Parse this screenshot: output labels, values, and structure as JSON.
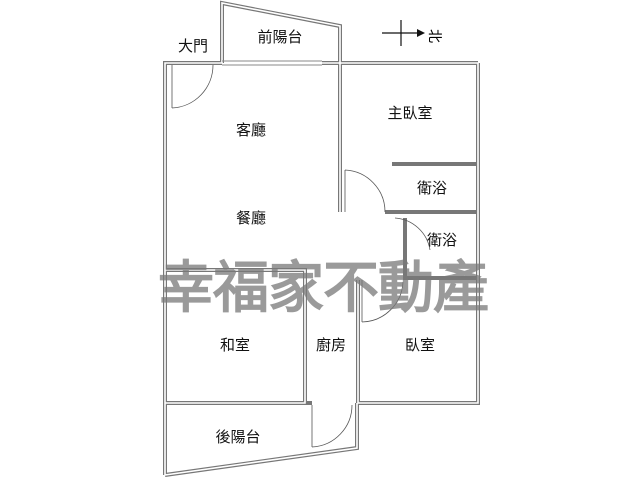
{
  "rooms": {
    "main_door": "大門",
    "front_balcony": "前陽台",
    "master_bedroom": "主臥室",
    "living_room": "客廳",
    "bathroom_1": "衛浴",
    "dining_room": "餐廳",
    "bathroom_2": "衛浴",
    "tatami_room": "和室",
    "kitchen": "廚房",
    "bedroom": "臥室",
    "back_balcony": "後陽台"
  },
  "compass": {
    "label": "北"
  },
  "watermark": "幸福家不動產",
  "colors": {
    "wall": "#777777",
    "watermark": "#787878"
  }
}
